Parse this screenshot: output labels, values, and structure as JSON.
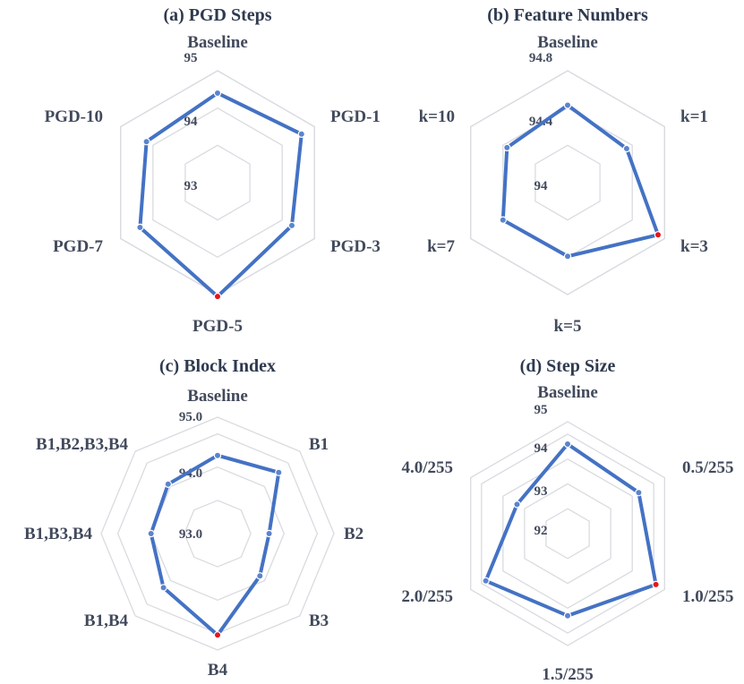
{
  "chart_data": [
    {
      "type": "radar",
      "title": "(a) PGD Steps",
      "axes": [
        "Baseline",
        "PGD-1",
        "PGD-3",
        "PGD-5",
        "PGD-7",
        "PGD-10"
      ],
      "values": [
        94.4,
        94.6,
        94.3,
        95.05,
        94.4,
        94.2
      ],
      "rlim": [
        92,
        95
      ],
      "ticks": [
        "95",
        "94",
        "93"
      ],
      "tick_values": [
        95,
        94,
        93
      ],
      "highlight_index": 3,
      "color": "#4472c4",
      "highlight_color": "#e8141b"
    },
    {
      "type": "radar",
      "title": "(b) Feature Numbers",
      "axes": [
        "Baseline",
        "k=1",
        "k=3",
        "k=5",
        "k=7",
        "k=10"
      ],
      "values": [
        94.43,
        94.33,
        94.72,
        94.39,
        94.4,
        94.35
      ],
      "rlim": [
        93.6,
        94.8
      ],
      "ticks": [
        "94.8",
        "94.4",
        "94"
      ],
      "tick_values": [
        94.8,
        94.4,
        94.0
      ],
      "highlight_index": 2,
      "color": "#4472c4",
      "highlight_color": "#e8141b"
    },
    {
      "type": "radar",
      "title": "(c) Block Index",
      "axes": [
        "Baseline",
        "B1",
        "B2",
        "B3",
        "B4",
        "B1,B4",
        "B1,B3,B4",
        "B1,B2,B3,B4"
      ],
      "values": [
        94.35,
        94.6,
        93.55,
        93.8,
        95.05,
        94.3,
        94.0,
        94.1
      ],
      "rlim": [
        92,
        95.5
      ],
      "ticks": [
        "95.0",
        "94.0",
        "93.0"
      ],
      "tick_values": [
        95.0,
        94.0,
        93.0
      ],
      "highlight_index": 4,
      "color": "#4472c4",
      "highlight_color": "#e8141b"
    },
    {
      "type": "radar",
      "title": "(d) Step Size",
      "axes": [
        "Baseline",
        "0.5/255",
        "1.0/255",
        "1.5/255",
        "2.0/255",
        "4.0/255"
      ],
      "values": [
        94.6,
        94.3,
        95.1,
        94.3,
        94.8,
        93.35
      ],
      "rlim": [
        91,
        95.5
      ],
      "ticks": [
        "95",
        "94",
        "93",
        "92"
      ],
      "tick_values": [
        95,
        94,
        93,
        92
      ],
      "highlight_index": 2,
      "color": "#4472c4",
      "highlight_color": "#e8141b"
    }
  ]
}
